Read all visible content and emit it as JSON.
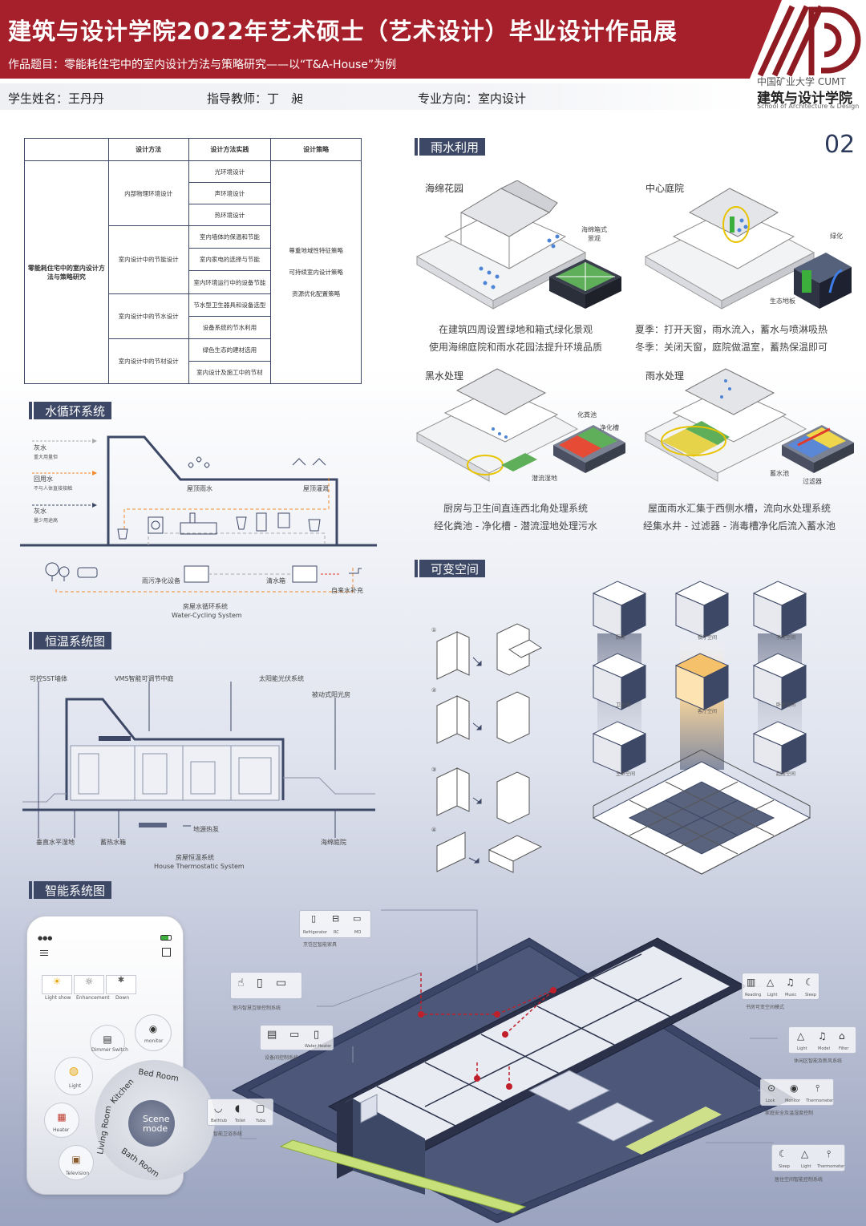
{
  "header": {
    "title": "建筑与设计学院2022年艺术硕士（艺术设计）毕业设计作品展",
    "subtitle": "作品题目：零能耗住宅中的室内设计方法与策略研究——以“T&A-House”为例",
    "school_cn_small": "中国矿业大学 CUMT",
    "school_cn": "建筑与设计学院",
    "school_en": "School of Architecture & Design",
    "logo_text": "AD"
  },
  "info": {
    "student": "学生姓名：王丹丹",
    "teacher": "指导教师：丁　昶",
    "major": "专业方向：室内设计"
  },
  "page_number": "02",
  "table": {
    "headers": [
      "设计方法",
      "设计方法实践",
      "设计策略"
    ],
    "root": "零能耗住宅中的室内设计方法与策略研究",
    "methods": [
      "内部物理环境设计",
      "室内设计中的节能设计",
      "室内设计中的节水设计",
      "室内设计中的节材设计"
    ],
    "practices": [
      "光环境设计",
      "声环境设计",
      "热环境设计",
      "室内墙体的保温和节能",
      "室内家电的选择与节能",
      "室内环境运行中的设备节能",
      "节水型卫生器具和设备选型",
      "设备系统的节水利用",
      "绿色生态的建材选用",
      "室内设计及施工中的节材"
    ],
    "strategies": [
      "尊重地域性特征策略",
      "可持续室内设计策略",
      "资源优化配置策略"
    ]
  },
  "sections": {
    "water": "水循环系统",
    "rain": "雨水利用",
    "thermo": "恒温系统图",
    "variable": "可变空间",
    "smart": "智能系统图"
  },
  "water_cycle": {
    "legend": [
      {
        "name": "灰水",
        "desc": "重大用量但"
      },
      {
        "name": "回用水",
        "desc": "不与人体直接接触"
      },
      {
        "name": "灰水",
        "desc": "量少用途高"
      }
    ],
    "labels": {
      "roof_rain": "屋顶雨水",
      "roof_irrigation": "屋顶灌溉",
      "purifier": "雨污净化设备",
      "clear_pool": "清水箱",
      "tap_supply": "自来水补充"
    },
    "caption_cn": "房屋水循环系统",
    "caption_en": "Water-Cycling System"
  },
  "rain_panels": [
    {
      "title": "海绵花园",
      "callout": "海绵箱式\n景观"
    },
    {
      "title": "中心庭院",
      "callout1": "绿化",
      "callout2": "生态地板"
    },
    {
      "title": "黑水处理",
      "callout1": "化粪池",
      "callout2": "净化槽",
      "callout3": "潜流湿地"
    },
    {
      "title": "雨水处理",
      "callout1": "蓄水池",
      "callout2": "过滤器"
    }
  ],
  "rain_captions": [
    [
      "在建筑四周设置绿地和箱式绿化景观",
      "使用海绵庭院和雨水花园法提升环境品质"
    ],
    [
      "夏季：打开天窗，雨水流入，蓄水与喷淋吸热",
      "冬季：关闭天窗，庭院做温室，蓄热保温即可"
    ],
    [
      "厨房与卫生间直连西北角处理系统",
      "经化粪池 - 净化槽 - 潜流湿地处理污水"
    ],
    [
      "屋面雨水汇集于西侧水槽，流向水处理系统",
      "经集水井 - 过滤器 - 消毒槽净化后流入蓄水池"
    ]
  ],
  "thermo": {
    "labels": [
      "可控SST墙体",
      "VMS智能可调节中庭",
      "太阳能光伏系统",
      "被动式阳光房",
      "地源热泵",
      "垂直水平湿地",
      "蓄热水箱",
      "海绵庭院"
    ],
    "caption_cn": "房屋恒温系统",
    "caption_en": "House Thermostatic System"
  },
  "variable": {
    "steps": [
      "①",
      "②",
      "③",
      "④"
    ],
    "rooms": [
      "厨房",
      "餐厅空间",
      "书房空间",
      "卫生间",
      "客厅空间",
      "卧室空间",
      "主卧空间",
      "起居空间"
    ]
  },
  "phone": {
    "modes": [
      "Light show",
      "Enhancement",
      "Down"
    ],
    "dimmer": "Dimmer Switch",
    "monitor": "monitor",
    "light": "Light",
    "heater": "Heater",
    "tv": "Television",
    "wheel": [
      "Kitchen",
      "Bed Room",
      "Living Room",
      "Bath Room"
    ],
    "scene1": "Scene",
    "scene2": "mode"
  },
  "smart_panels": [
    {
      "items": [
        "Refrigerator",
        "RC",
        "MO"
      ],
      "caption": "烹饪区智能家具"
    },
    {
      "items": [],
      "caption": "室内智慧互联控制系统"
    },
    {
      "items": [
        "",
        "",
        "Water Heater"
      ],
      "caption": "设备间控制系统"
    },
    {
      "items": [
        "Bathtub",
        "Toilet",
        "Yuba"
      ],
      "caption": "智能卫浴系统"
    },
    {
      "items": [
        "Reading",
        "Light",
        "Music",
        "Sleep"
      ],
      "caption": "书房可变空间模式"
    },
    {
      "items": [
        "Light",
        "Model",
        "Filter"
      ],
      "caption": "休闲区智能及新风系统"
    },
    {
      "items": [
        "Lock",
        "Monitor",
        "Thermometer"
      ],
      "caption": "家庭安全及温湿度控制"
    },
    {
      "items": [
        "Sleep",
        "Light",
        "Thermometer"
      ],
      "caption": "居住空间智能控制系统"
    }
  ]
}
